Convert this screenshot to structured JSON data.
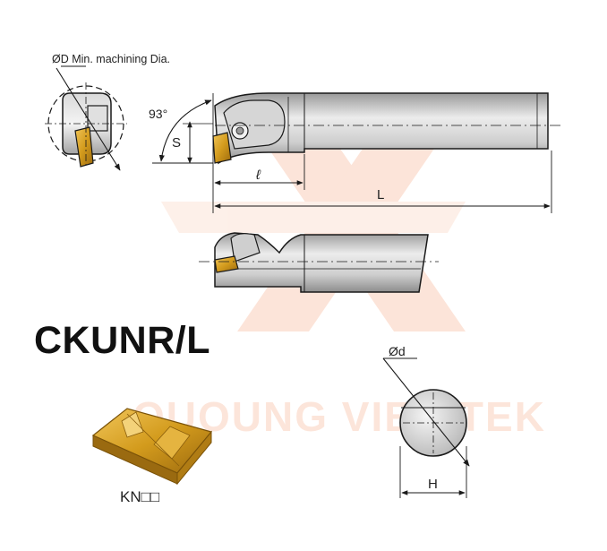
{
  "title": "CKUNR/L",
  "watermark": {
    "text": "QUOUNG VIEN TEK"
  },
  "dimensions": {
    "min_dia": "ØD Min. machining Dia.",
    "angle": "93°",
    "s": "S",
    "l_small": "ℓ",
    "l_big": "L",
    "d": "Ød",
    "h": "H"
  },
  "insert": {
    "code": "KN□□"
  },
  "colors": {
    "outline": "#1a1a1a",
    "body_light": "#e6e6e6",
    "body_mid": "#bdbdbd",
    "body_dark": "#8a8a8a",
    "insert_gold": "#d4a017",
    "insert_dark": "#a77512",
    "watermark": "#f26522"
  }
}
